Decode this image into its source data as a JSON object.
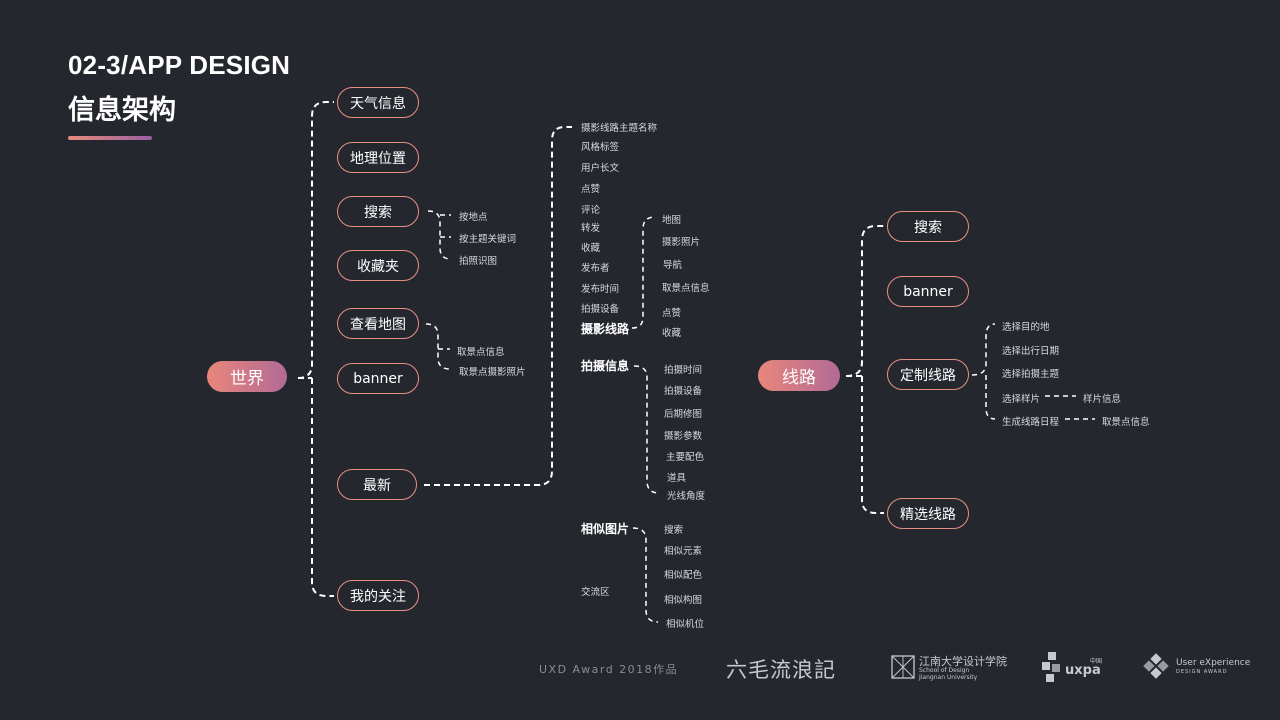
{
  "header": {
    "title_en": "02-3/APP DESIGN",
    "title_cn": "信息架构"
  },
  "world": {
    "root": "世界",
    "nodes": [
      "天气信息",
      "地理位置",
      "搜索",
      "收藏夹",
      "查看地图",
      "banner",
      "最新",
      "我的关注"
    ],
    "search_children": [
      "按地点",
      "按主题关键词",
      "拍照识图"
    ],
    "map_children": [
      "取景点信息",
      "取景点摄影照片"
    ]
  },
  "latest": {
    "route_fields": [
      "摄影线路主题名称",
      "风格标签",
      "用户长文",
      "点赞",
      "评论",
      "转发",
      "收藏",
      "发布者",
      "发布时间",
      "拍摄设备"
    ],
    "route_label": "摄影线路",
    "route_children": [
      "地图",
      "摄影照片",
      "导航",
      "取景点信息",
      "点赞",
      "收藏"
    ],
    "shoot_label": "拍摄信息",
    "shoot_children": [
      "拍摄时间",
      "拍摄设备",
      "后期修图",
      "摄影参数",
      "主要配色",
      "道具",
      "光线角度"
    ],
    "similar_label": "相似图片",
    "similar_children": [
      "搜索",
      "相似元素",
      "相似配色",
      "相似构图",
      "相似机位"
    ],
    "exchange_label": "交流区"
  },
  "route": {
    "root": "线路",
    "nodes": [
      "搜索",
      "banner",
      "定制线路",
      "精选线路"
    ],
    "custom_children": [
      "选择目的地",
      "选择出行日期",
      "选择拍摄主题",
      "选择样片",
      "生成线路日程"
    ],
    "sample_info": "样片信息",
    "spot_info": "取景点信息"
  },
  "footer": {
    "award": "UXD Award 2018作品",
    "logo1": "六毛流浪記",
    "logo2_cn": "江南大学设计学院",
    "logo2_en1": "School of Design",
    "logo2_en2": "Jiangnan University",
    "logo3": "uxpa",
    "logo3_small": "中国",
    "logo4_1": "User eXperience",
    "logo4_2": "DESIGN AWARD"
  },
  "colors": {
    "background": "#25272f",
    "accent_start": "#e9867b",
    "accent_end": "#b16a95",
    "pill_border": "#e89084"
  }
}
